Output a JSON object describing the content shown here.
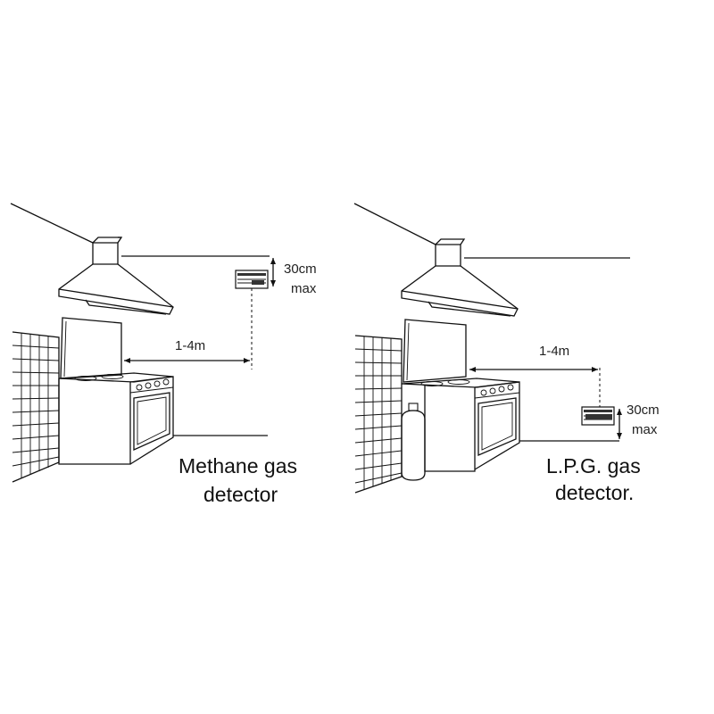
{
  "panels": [
    {
      "id": "methane",
      "title_line1": "Methane gas",
      "title_line2": "detector",
      "horizontal_distance": "1-4m",
      "vertical_distance": "30cm",
      "vertical_distance_qualifier": "max"
    },
    {
      "id": "lpg",
      "title_line1": "L.P.G. gas",
      "title_line2": "detector.",
      "horizontal_distance": "1-4m",
      "vertical_distance": "30cm",
      "vertical_distance_qualifier": "max"
    }
  ],
  "colors": {
    "line": "#111111",
    "background": "#ffffff",
    "detector_body": "#333333"
  },
  "icons": [
    "range-hood-icon",
    "stove-icon",
    "tile-wall-icon",
    "gas-detector-icon",
    "gas-cylinder-icon"
  ]
}
